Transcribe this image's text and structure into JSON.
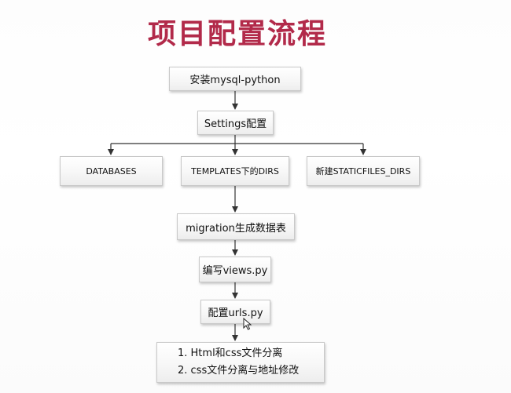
{
  "title": "项目配置流程",
  "nodes": {
    "install": "安装mysql-python",
    "settings": "Settings配置",
    "databases": "DATABASES",
    "templates": "TEMPLATES下的DIRS",
    "staticfiles": "新建STATICFILES_DIRS",
    "migration": "migration生成数据表",
    "views": "编写views.py",
    "urls": "配置urls.py",
    "final": {
      "line1": "1. Html和css文件分离",
      "line2": "2. css文件分离与地址修改"
    }
  },
  "colors": {
    "title": "#b22a4a",
    "line": "#333333"
  }
}
